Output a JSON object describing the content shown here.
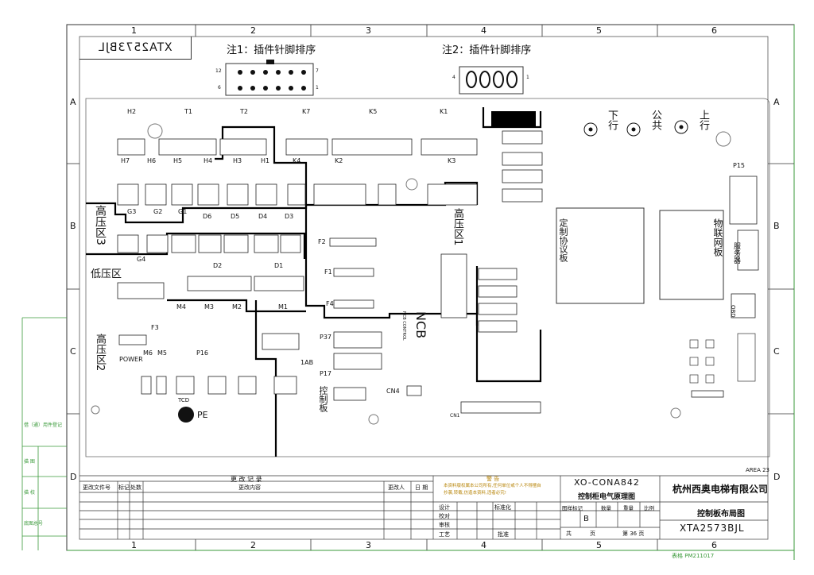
{
  "sheet": {
    "code_mirrored": "XTA2573BJL",
    "area": "AREA 23",
    "columns": [
      "1",
      "2",
      "3",
      "4",
      "5",
      "6"
    ],
    "rows": [
      "A",
      "B",
      "C",
      "D"
    ],
    "form_code": "表格 PM211017",
    "left_labels": [
      "借（通）用件登记",
      "描  图",
      "描  校",
      "底图总号"
    ]
  },
  "notes": {
    "note1": "注1：插件针脚排序",
    "note2": "注2：插件针脚排序",
    "pin12": "12",
    "pin7": "7",
    "pin6": "6",
    "pin1": "1",
    "pin4": "4",
    "pin1b": "1"
  },
  "zones": {
    "hv3": "高压区3",
    "lv": "低压区",
    "hv2": "高压区2",
    "hv1": "高压区1",
    "ncb": "NCB",
    "pe": "PE",
    "main_board": "控制板",
    "ncb_sub": "NCB CONTROL"
  },
  "boards": {
    "protocol": "定制协议板",
    "iot": "物联网板",
    "server": "服务器",
    "obd": "OBD"
  },
  "buttons": {
    "up": "上行",
    "common": "公共",
    "down": "下行"
  },
  "connectors": {
    "top_row": [
      "H2",
      "T1",
      "T2",
      "K7",
      "K5",
      "K1"
    ],
    "row2": [
      "H7",
      "H6",
      "H5",
      "H4",
      "H3",
      "H1",
      "K4",
      "K2",
      "K3",
      "P15"
    ],
    "row3": [
      "G3",
      "G2",
      "G1",
      "D6",
      "D5",
      "D4",
      "D3"
    ],
    "row4": [
      "G4",
      "D2",
      "D1"
    ],
    "row5": [
      "M4",
      "M3",
      "M2",
      "M1",
      "F3",
      "M6",
      "M5",
      "P16",
      "F4",
      "P37",
      "P17",
      "CN4",
      "1AB",
      "F2",
      "F1"
    ],
    "misc": [
      "POWER",
      "TCD",
      "CN1"
    ]
  },
  "revision": {
    "header": "更  改  记  录",
    "cols": [
      "更改文件号",
      "标记",
      "处数",
      "更改内容",
      "更改人",
      "日  期"
    ]
  },
  "warning": {
    "title": "警  告",
    "line1": "本资料版权属本公司所有,任何单位或个人不得擅自",
    "line2": "抄袭,转载,仿造本资料,违者必究!"
  },
  "signoff": {
    "rows": [
      "设计",
      "校对",
      "审核",
      "工艺"
    ],
    "std": "标准化",
    "approve": "批准"
  },
  "title_block": {
    "drawing_no": "XO-CONA842",
    "doc_title": "控制柜电气原理图",
    "company": "杭州西奥电梯有限公司",
    "sheet_title": "控制板布局图",
    "code": "XTA2573BJL",
    "labels": [
      "图样标记",
      "数量",
      "重量",
      "比例"
    ],
    "mark": "B",
    "total_label": "共",
    "page_label": "页",
    "sheet_no": "第 36 页"
  }
}
